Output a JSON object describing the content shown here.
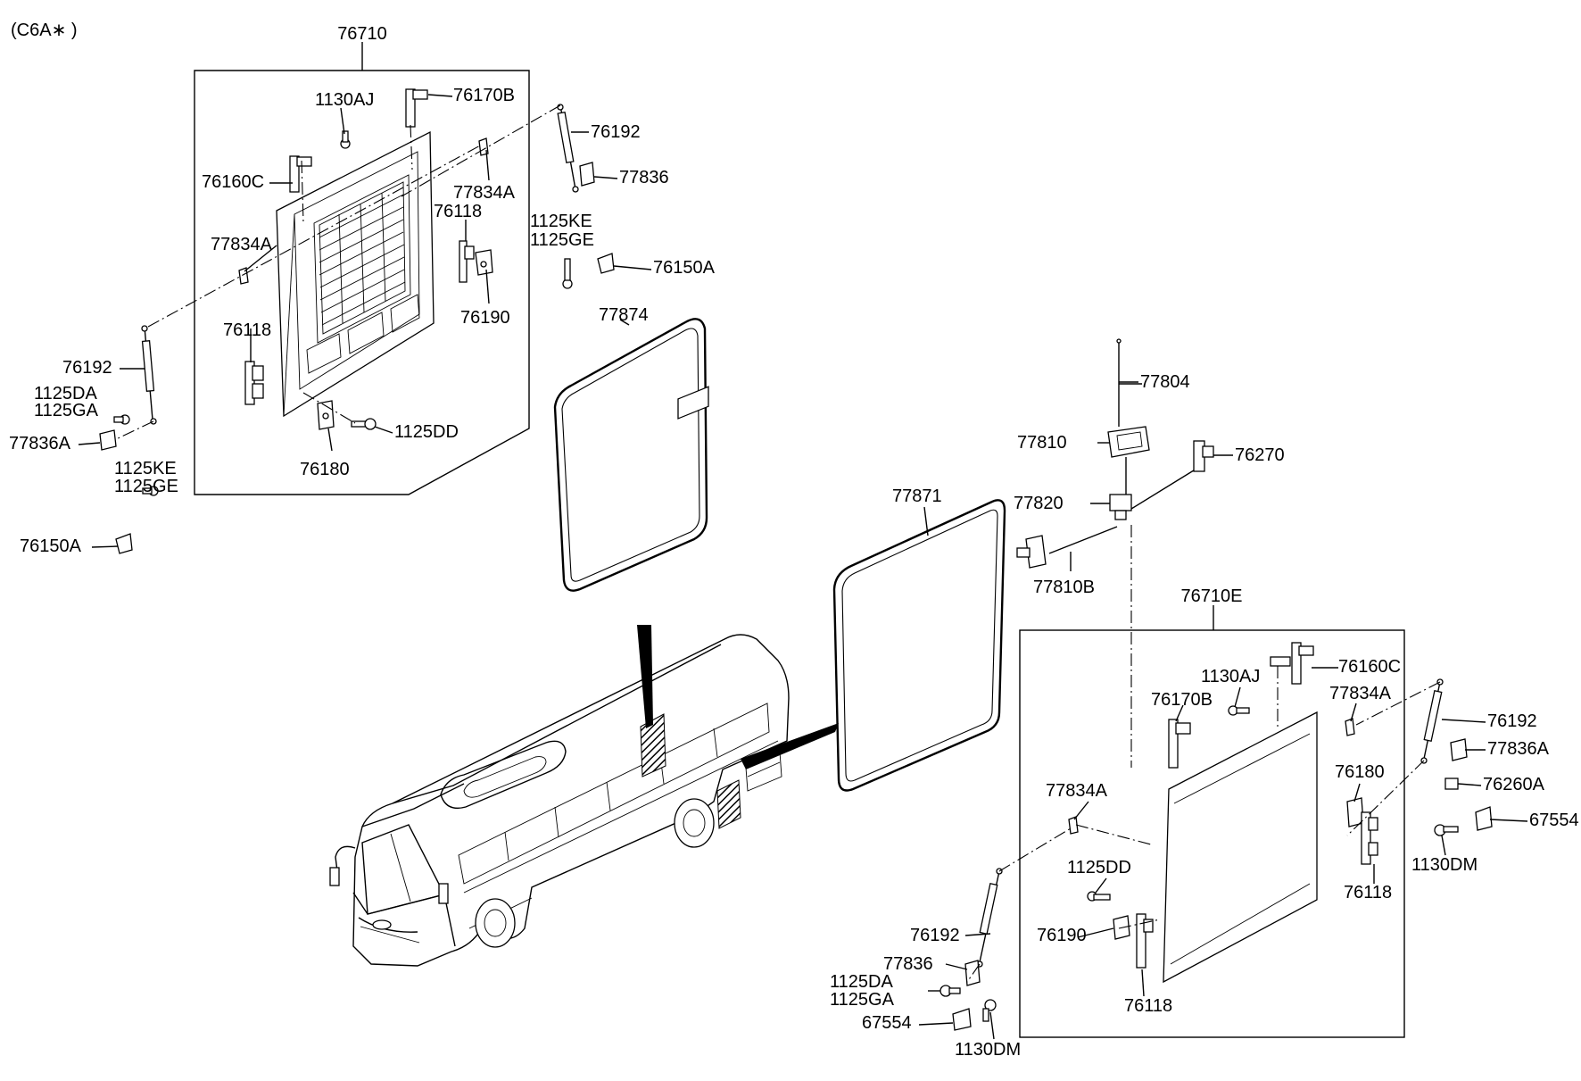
{
  "variant": "(C6A∗ )",
  "labels": {
    "l76710": "76710",
    "l1130aj_a": "1130AJ",
    "l76170b_a": "76170B",
    "l76192_a": "76192",
    "l76160c_a": "76160C",
    "l77834a_a": "77834A",
    "l77836_a": "77836",
    "l76118_a": "76118",
    "l77834a_b": "77834A",
    "l1125ke_a": "1125KE",
    "l1125ge_a": "1125GE",
    "l76150a_a": "76150A",
    "l76190_a": "76190",
    "l77874": "77874",
    "l76118_b": "76118",
    "l76192_b": "76192",
    "l1125da_a": "1125DA",
    "l1125ga_a": "1125GA",
    "l1125dd_a": "1125DD",
    "l77836a_a": "77836A",
    "l76180_a": "76180",
    "l1125ke_b": "1125KE",
    "l1125ge_b": "1125GE",
    "l76150a_b": "76150A",
    "l77804": "77804",
    "l77810": "77810",
    "l76270": "76270",
    "l77871": "77871",
    "l77820": "77820",
    "l77810b": "77810B",
    "l76710e": "76710E",
    "l76160c_b": "76160C",
    "l1130aj_b": "1130AJ",
    "l76170b_b": "76170B",
    "l77834a_c": "77834A",
    "l76192_c": "76192",
    "l77836a_b": "77836A",
    "l76180_b": "76180",
    "l76260a": "76260A",
    "l77834a_d": "77834A",
    "l67554_a": "67554",
    "l1130dm_a": "1130DM",
    "l1125dd_b": "1125DD",
    "l76118_c": "76118",
    "l76190_b": "76190",
    "l76192_d": "76192",
    "l77836_b": "77836",
    "l1125da_b": "1125DA",
    "l1125ga_b": "1125GA",
    "l76118_d": "76118",
    "l67554_b": "67554",
    "l1130dm_b": "1130DM"
  }
}
